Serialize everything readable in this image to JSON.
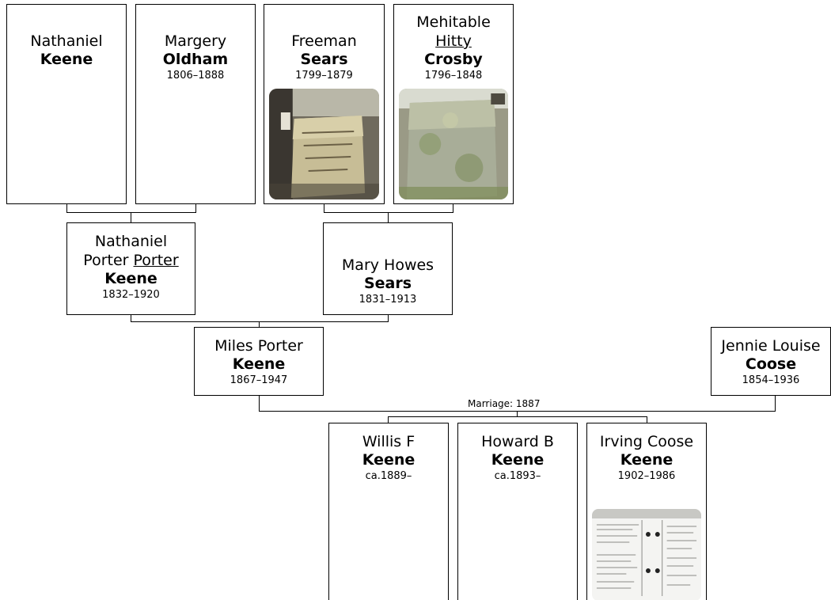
{
  "people": {
    "nathaniel_keene": {
      "given": "Nathaniel",
      "surname": "Keene",
      "dates": ""
    },
    "margery_oldham": {
      "given": "Margery",
      "surname": "Oldham",
      "dates": "1806–1888"
    },
    "freeman_sears": {
      "given": "Freeman",
      "surname": "Sears",
      "dates": "1799–1879"
    },
    "mehitable_crosby": {
      "given": "Mehitable",
      "nickname": "Hitty",
      "surname": "Crosby",
      "dates": "1796–1848"
    },
    "nathaniel_porter_keene": {
      "given": "Nathaniel",
      "given2": "Porter",
      "nickname": "Porter",
      "surname": "Keene",
      "dates": "1832–1920"
    },
    "mary_howes_sears": {
      "given": "Mary Howes",
      "surname": "Sears",
      "dates": "1831–1913"
    },
    "miles_porter_keene": {
      "given": "Miles Porter",
      "surname": "Keene",
      "dates": "1867–1947"
    },
    "jennie_louise_coose": {
      "given": "Jennie Louise",
      "surname": "Coose",
      "dates": "1854–1936"
    },
    "willis_keene": {
      "given": "Willis F",
      "surname": "Keene",
      "dates": "ca.1889–"
    },
    "howard_keene": {
      "given": "Howard B",
      "surname": "Keene",
      "dates": "ca.1893–"
    },
    "irving_coose_keene": {
      "given": "Irving Coose",
      "surname": "Keene",
      "dates": "1902–1986"
    }
  },
  "marriage_label": "Marriage: 1887",
  "photos": {
    "freeman_sears": "gravestone-photo",
    "mehitable_crosby": "gravestone-photo",
    "irving_coose_keene": "document-photo"
  }
}
